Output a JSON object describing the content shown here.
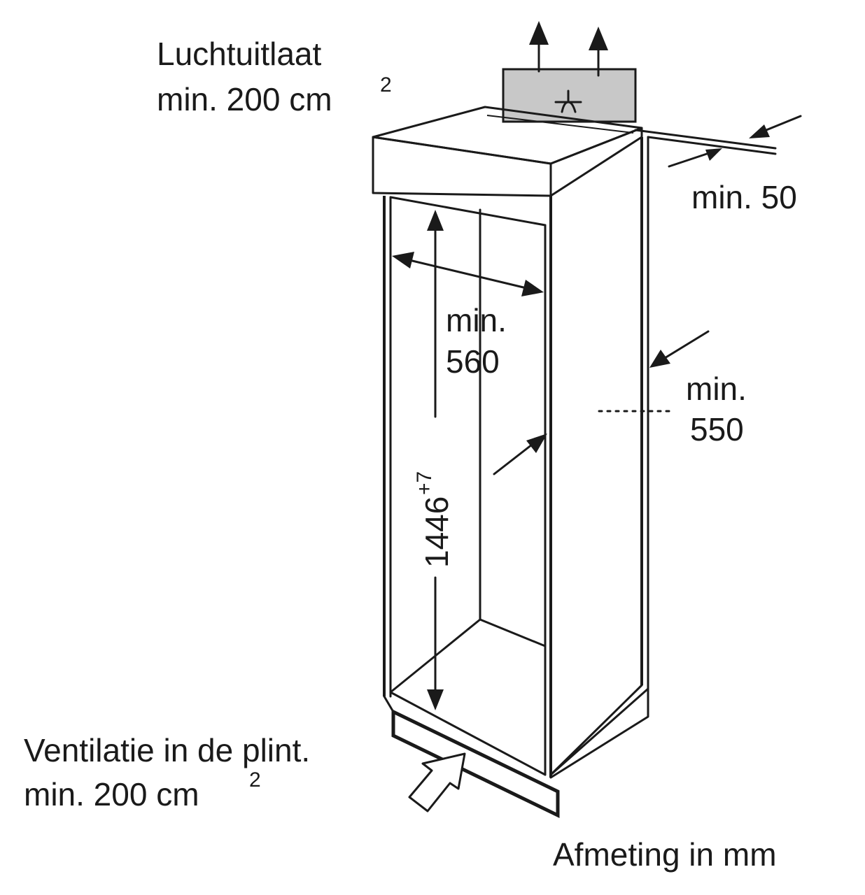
{
  "labels": {
    "air_outlet_title": "Luchtuitlaat",
    "air_outlet_min": "min. 200 cm",
    "air_outlet_sup": "2",
    "gap_top": "min. 50",
    "width_min": "min.",
    "width_value": "560",
    "depth_min": "min.",
    "depth_value": "550",
    "height_value": "1446",
    "height_sup": "+7",
    "plinth_title": "Ventilatie in de plint.",
    "plinth_min": "min. 200 cm",
    "plinth_sup": "2",
    "units_note": "Afmeting in mm"
  },
  "colors": {
    "line": "#1a1a1a",
    "vent_panel": "#c8c8c8",
    "background": "#ffffff"
  },
  "icons": {
    "vent_symbol": "fan-symbol-icon",
    "airflow_up": "arrow-up-icon",
    "airflow_in": "hollow-arrow-icon"
  }
}
